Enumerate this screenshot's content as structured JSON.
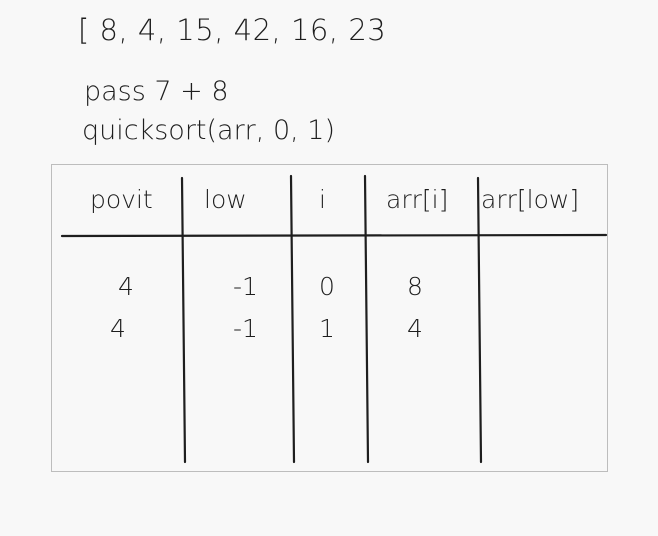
{
  "array_text": "[ 8, 4, 15, 42, 16, 23",
  "pass_text": "pass 7 + 8",
  "call_text": "quicksort(arr, 0, 1)",
  "table": {
    "headers": [
      "povit",
      "low",
      "i",
      "arr[i]",
      "arr[low]"
    ],
    "rows": [
      [
        "4",
        "-1",
        "0",
        "8",
        ""
      ],
      [
        "4",
        "-1",
        "1",
        "4",
        ""
      ]
    ]
  }
}
